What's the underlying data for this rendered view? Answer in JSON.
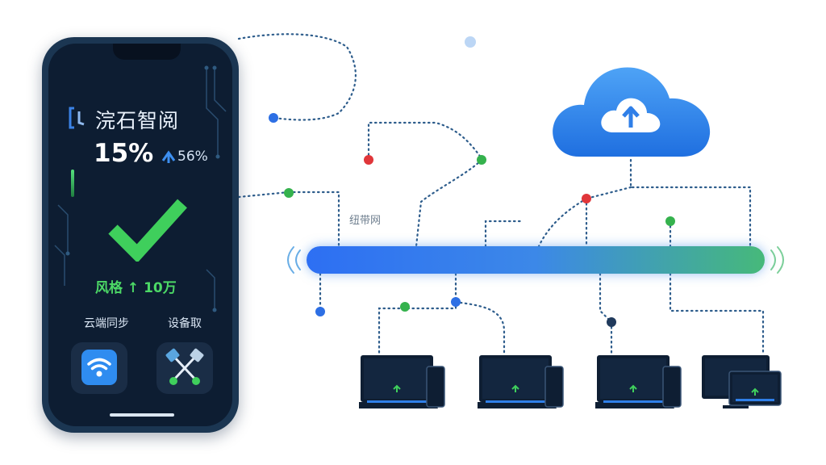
{
  "phone": {
    "app_name": "浣石智阅",
    "stat_main": "15%",
    "stat_sub": "56%",
    "status_label": "风格",
    "status_value": "10万",
    "labels": {
      "cloud_sync": "云端同步",
      "device": "设备取"
    },
    "icons": {
      "logo": "app-logo-icon",
      "trend": "trend-up-arrow-icon",
      "success": "checkmark-icon",
      "wifi": "wifi-icon",
      "connect": "device-connect-icon"
    }
  },
  "network": {
    "bus_label": "纽带网",
    "cloud_icon": "cloud-upload-icon",
    "devices": [
      {
        "icon": "laptop-tablet-icon"
      },
      {
        "icon": "laptop-tablet-icon"
      },
      {
        "icon": "laptop-tablet-icon"
      },
      {
        "icon": "monitor-laptop-icon"
      }
    ]
  },
  "colors": {
    "phone_bg": "#0d1d32",
    "accent_green": "#3fcf5c",
    "accent_blue": "#2f7fe8",
    "node_red": "#e0363a",
    "node_green": "#35b24d",
    "node_blue": "#2d6fe4"
  }
}
